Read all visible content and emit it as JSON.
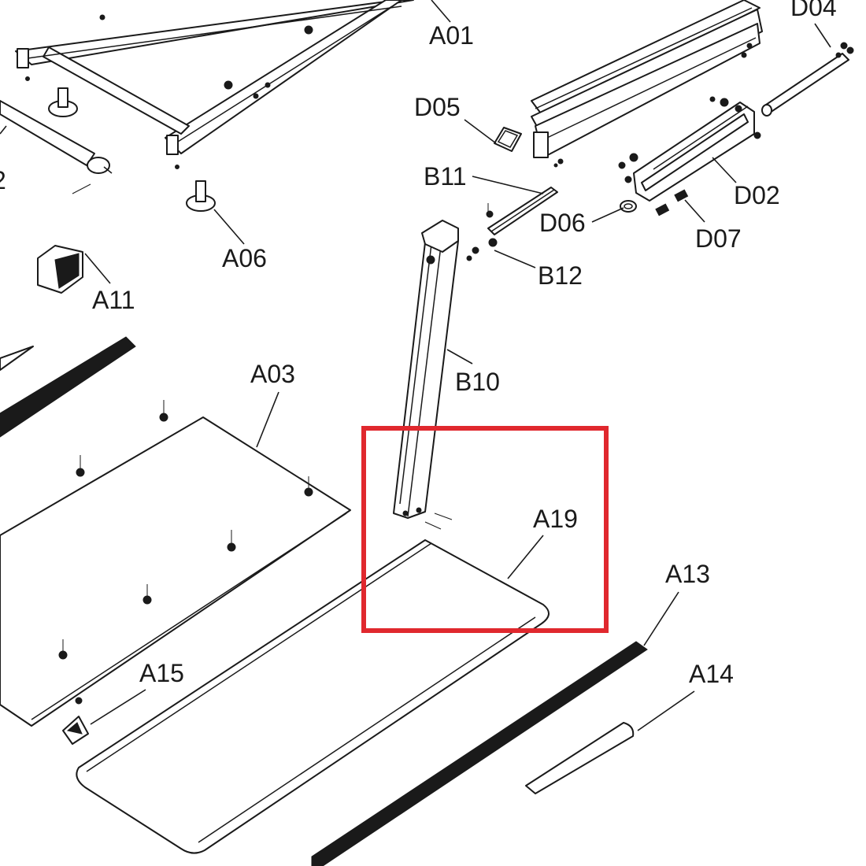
{
  "highlight_color": "#e0282e",
  "line_color": "#1a1a1a",
  "labels": {
    "A01": "A01",
    "A03": "A03",
    "A06": "A06",
    "A11": "A11",
    "A13": "A13",
    "A14": "A14",
    "A15": "A15",
    "A19": "A19",
    "B10": "B10",
    "B11": "B11",
    "B12": "B12",
    "D02": "D02",
    "D04": "D04",
    "D05": "D05",
    "D06": "D06",
    "D07": "D07",
    "edge_cut": "2"
  }
}
